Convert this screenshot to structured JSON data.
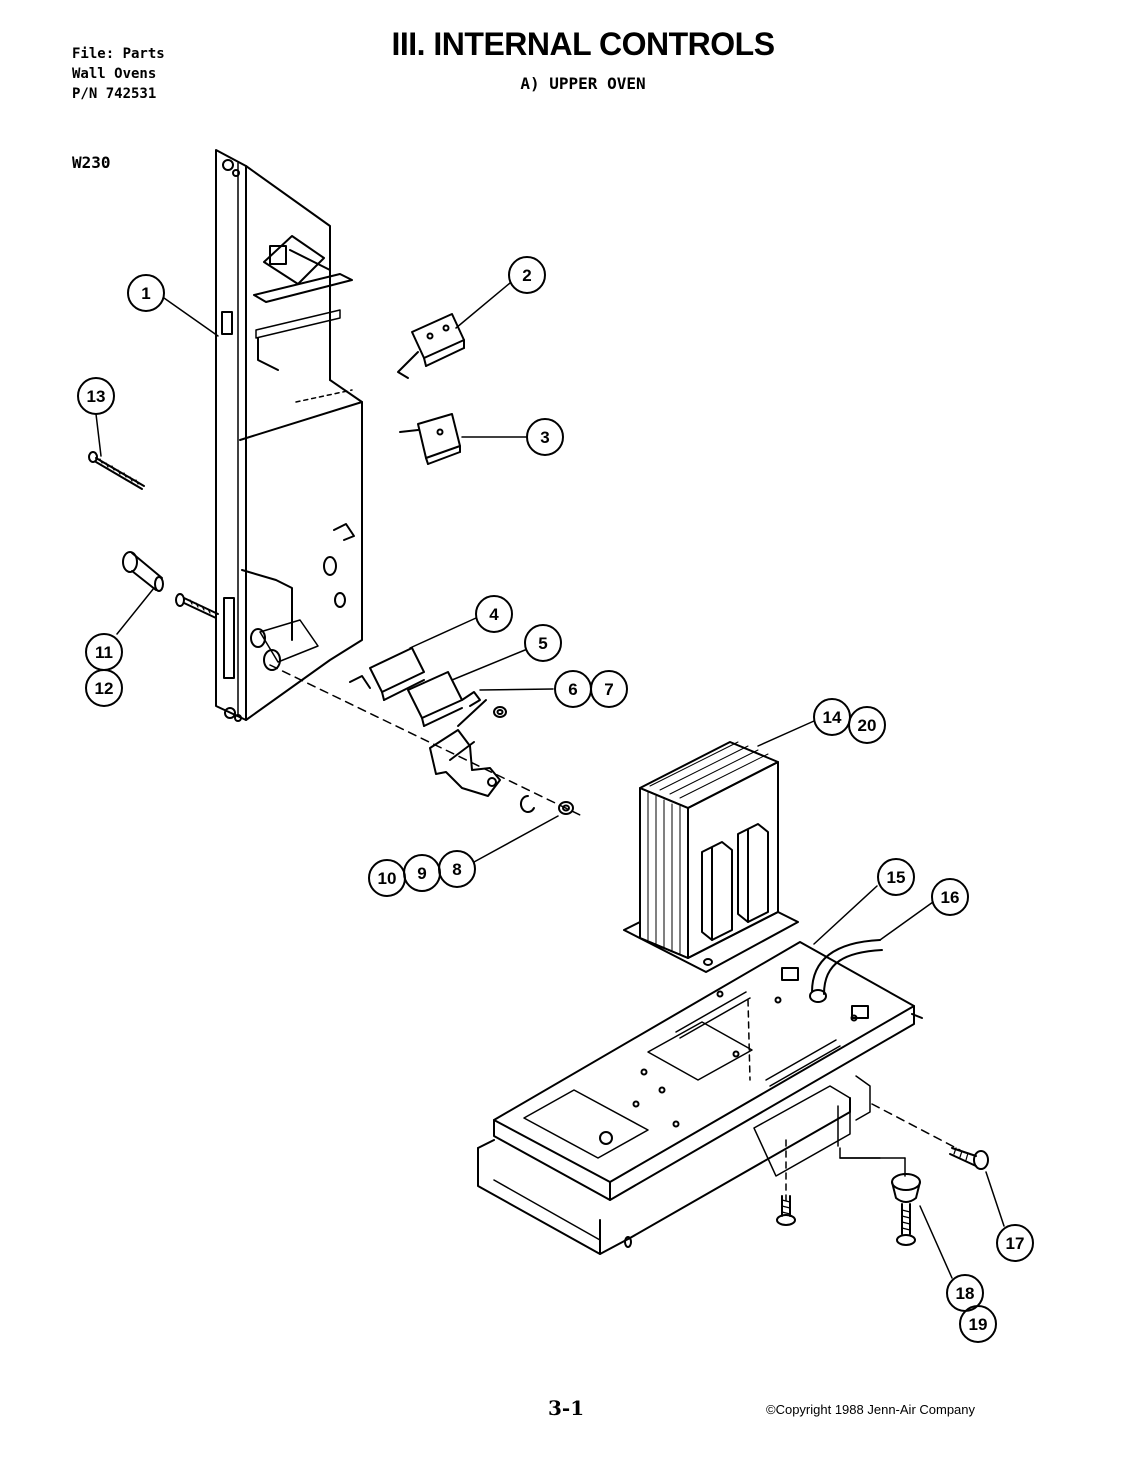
{
  "header": {
    "file_line1": "File: Parts",
    "file_line2": "Wall Ovens",
    "file_line3": "P/N 742531",
    "title": "III. INTERNAL CONTROLS",
    "subtitle": "A)  UPPER OVEN",
    "model": "W230"
  },
  "callouts": {
    "c1": "1",
    "c2": "2",
    "c3": "3",
    "c4": "4",
    "c5": "5",
    "c6": "6",
    "c7": "7",
    "c8": "8",
    "c9": "9",
    "c10": "10",
    "c11": "11",
    "c12": "12",
    "c13": "13",
    "c14": "14",
    "c15": "15",
    "c16": "16",
    "c17": "17",
    "c18": "18",
    "c19": "19",
    "c20": "20"
  },
  "footer": {
    "page_number": "3-1",
    "copyright": "©Copyright 1988 Jenn-Air Company"
  }
}
